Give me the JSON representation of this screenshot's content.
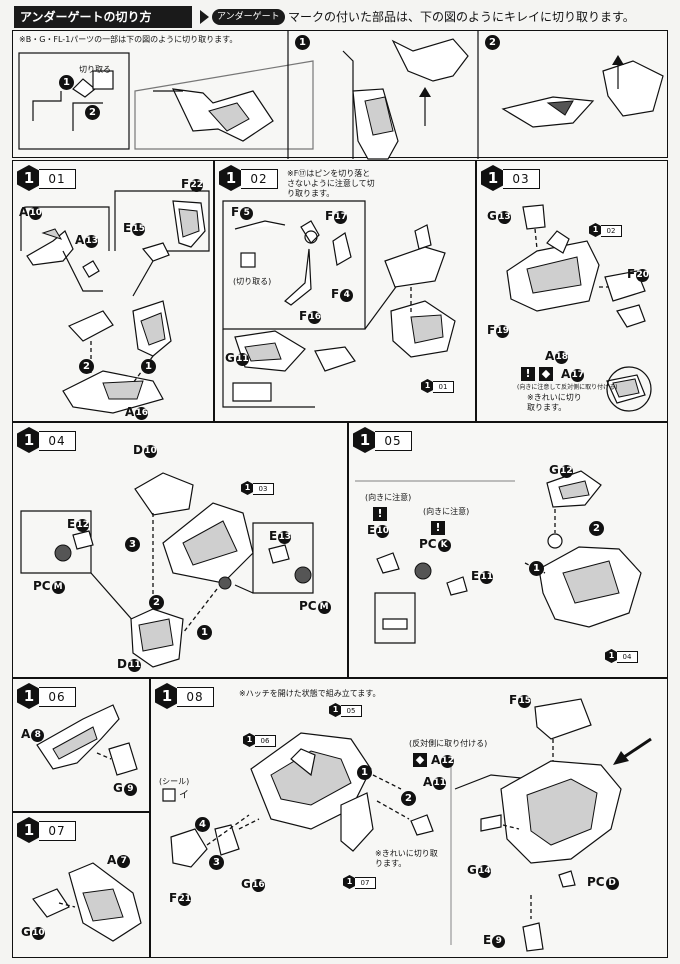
{
  "header": {
    "title": "アンダーゲートの切り方",
    "badge": "アンダーゲート",
    "instruction": "マークの付いた部品は、下の図のようにキレイに切り取ります。"
  },
  "gate_panel": {
    "note": "※B・G・FL-1パーツの一部は下の図のように切り取ります。",
    "cut_label": "切り取る",
    "sub1": "1",
    "sub2": "2",
    "circle1": "1",
    "circle2": "2"
  },
  "steps": [
    {
      "id": "s101",
      "hex": "1",
      "num": "01"
    },
    {
      "id": "s102",
      "hex": "1",
      "num": "02"
    },
    {
      "id": "s103",
      "hex": "1",
      "num": "03"
    },
    {
      "id": "s104",
      "hex": "1",
      "num": "04"
    },
    {
      "id": "s105",
      "hex": "1",
      "num": "05"
    },
    {
      "id": "s106",
      "hex": "1",
      "num": "06"
    },
    {
      "id": "s107",
      "hex": "1",
      "num": "07"
    },
    {
      "id": "s108",
      "hex": "1",
      "num": "08"
    }
  ],
  "p101": {
    "a10": {
      "l": "A",
      "n": "10"
    },
    "a13": {
      "l": "A",
      "n": "13"
    },
    "e15": {
      "l": "E",
      "n": "15"
    },
    "f22": {
      "l": "F",
      "n": "22"
    },
    "a16": {
      "l": "A",
      "n": "16"
    },
    "c1": "1",
    "c2": "2"
  },
  "p102": {
    "note": "※F⑰はピンを切り落とさないように注意して切り取ります。",
    "cut_label": "(切り取る)",
    "f5": {
      "l": "F",
      "n": "5"
    },
    "f17": {
      "l": "F",
      "n": "17"
    },
    "f4": {
      "l": "F",
      "n": "4"
    },
    "f16": {
      "l": "F",
      "n": "16"
    },
    "g11": {
      "l": "G",
      "n": "11"
    },
    "ref": {
      "h": "1",
      "n": "01"
    }
  },
  "p103": {
    "g13": {
      "l": "G",
      "n": "13"
    },
    "f20": {
      "l": "F",
      "n": "20"
    },
    "f19": {
      "l": "F",
      "n": "19"
    },
    "a18": {
      "l": "A",
      "n": "18"
    },
    "a17": {
      "l": "A",
      "n": "17"
    },
    "ref": {
      "h": "1",
      "n": "02"
    },
    "swap_note": "(向きに注意して反対側に取り付ける)",
    "clean_note": "※きれいに切り取ります。"
  },
  "p104": {
    "d10": {
      "l": "D",
      "n": "10"
    },
    "d11": {
      "l": "D",
      "n": "11"
    },
    "e12": {
      "l": "E",
      "n": "12"
    },
    "e13": {
      "l": "E",
      "n": "13"
    },
    "pcm1": {
      "l": "PC",
      "n": "M"
    },
    "pcm2": {
      "l": "PC",
      "n": "M"
    },
    "ref": {
      "h": "1",
      "n": "03"
    },
    "c1": "1",
    "c2": "2",
    "c3": "3"
  },
  "p105": {
    "caution1": "(向きに注意)",
    "caution2": "(向きに注意)",
    "e10": {
      "l": "E",
      "n": "10"
    },
    "pck": {
      "l": "PC",
      "n": "K"
    },
    "e11": {
      "l": "E",
      "n": "11"
    },
    "g12": {
      "l": "G",
      "n": "12"
    },
    "ref": {
      "h": "1",
      "n": "04"
    },
    "c1": "1",
    "c2": "2"
  },
  "p106": {
    "a8": {
      "l": "A",
      "n": "8"
    },
    "g9": {
      "l": "G",
      "n": "9"
    }
  },
  "p107": {
    "a7": {
      "l": "A",
      "n": "7"
    },
    "g10": {
      "l": "G",
      "n": "10"
    }
  },
  "p108": {
    "hatch_note": "※ハッチを開けた状態で組み立てます。",
    "ref105": {
      "h": "1",
      "n": "05"
    },
    "ref106": {
      "h": "1",
      "n": "06"
    },
    "ref107": {
      "h": "1",
      "n": "07"
    },
    "seal": "(シール)",
    "seal_tag": "イ",
    "f21": {
      "l": "F",
      "n": "21"
    },
    "g16": {
      "l": "G",
      "n": "16"
    },
    "opposite_note": "(反対側に取り付ける)",
    "a12": {
      "l": "A",
      "n": "12"
    },
    "a11": {
      "l": "A",
      "n": "11"
    },
    "clean_note": "※きれいに切り取ります。",
    "f15": {
      "l": "F",
      "n": "15"
    },
    "g14": {
      "l": "G",
      "n": "14"
    },
    "pcd": {
      "l": "PC",
      "n": "D"
    },
    "e9": {
      "l": "E",
      "n": "9"
    },
    "c1": "1",
    "c2": "2",
    "c3": "3",
    "c4": "4"
  }
}
